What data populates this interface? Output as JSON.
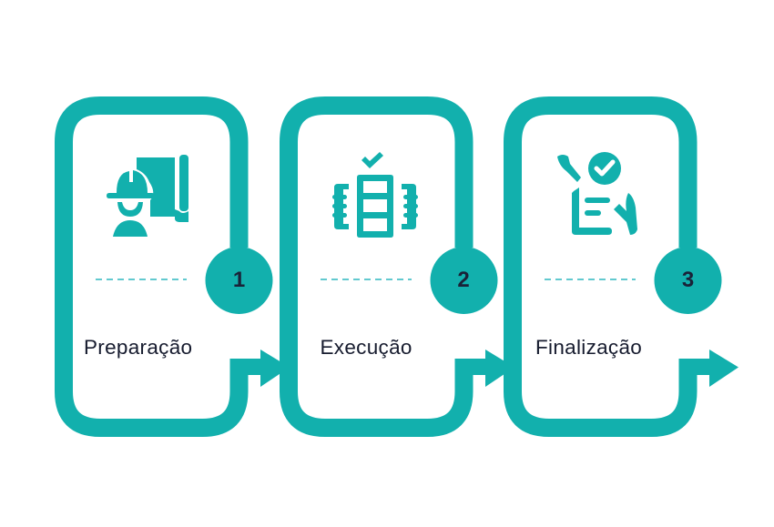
{
  "diagram": {
    "type": "process-flow",
    "colors": {
      "primary": "#12b0ad",
      "dashed_line": "#62c9cf",
      "text": "#161b2e",
      "number_text": "#1a2238",
      "background": "#ffffff"
    },
    "steps": [
      {
        "number": "1",
        "label": "Preparação",
        "icon": "engineer-blueprint-icon"
      },
      {
        "number": "2",
        "label": "Execução",
        "icon": "checklist-machine-icon"
      },
      {
        "number": "3",
        "label": "Finalização",
        "icon": "approved-document-hands-icon"
      }
    ]
  }
}
